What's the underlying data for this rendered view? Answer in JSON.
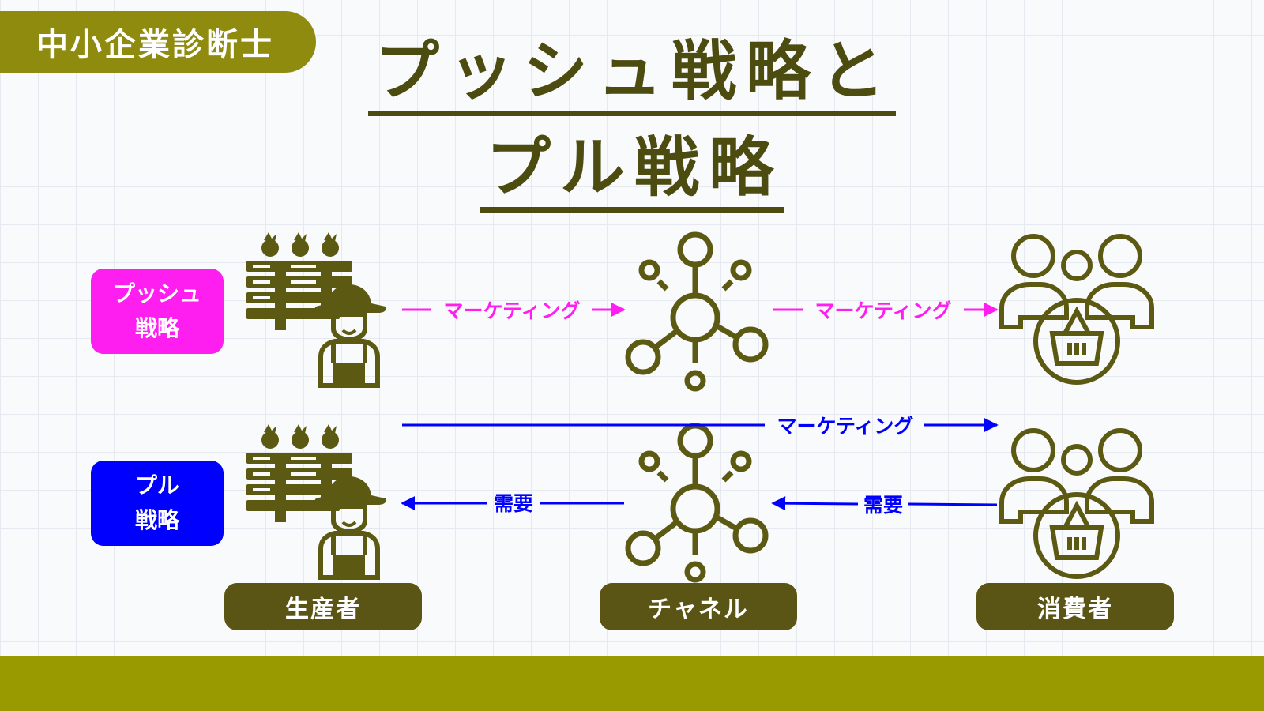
{
  "badge": "中小企業診断士",
  "title": {
    "line1": "プッシュ戦略と",
    "line2": "プル戦略"
  },
  "strategies": {
    "push": {
      "line1": "プッシュ",
      "line2": "戦略"
    },
    "pull": {
      "line1": "プル",
      "line2": "戦略"
    }
  },
  "nodes": {
    "producer": "生産者",
    "channel": "チャネル",
    "consumer": "消費者"
  },
  "arrows": {
    "push_producer_to_channel": "マーケティング",
    "push_channel_to_consumer": "マーケティング",
    "pull_producer_to_consumer": "マーケティング",
    "pull_channel_to_producer": "需要",
    "pull_consumer_to_channel": "需要"
  },
  "colors": {
    "olive": "#5a5514",
    "olive_bright": "#8f8b0f",
    "footer": "#989a00",
    "icon": "#5c5a12",
    "push": "#ff1ef0",
    "pull": "#0000ff"
  },
  "icons": {
    "producer": "farmer-with-crate-icon",
    "channel": "network-hub-icon",
    "consumer": "shoppers-with-basket-icon"
  }
}
